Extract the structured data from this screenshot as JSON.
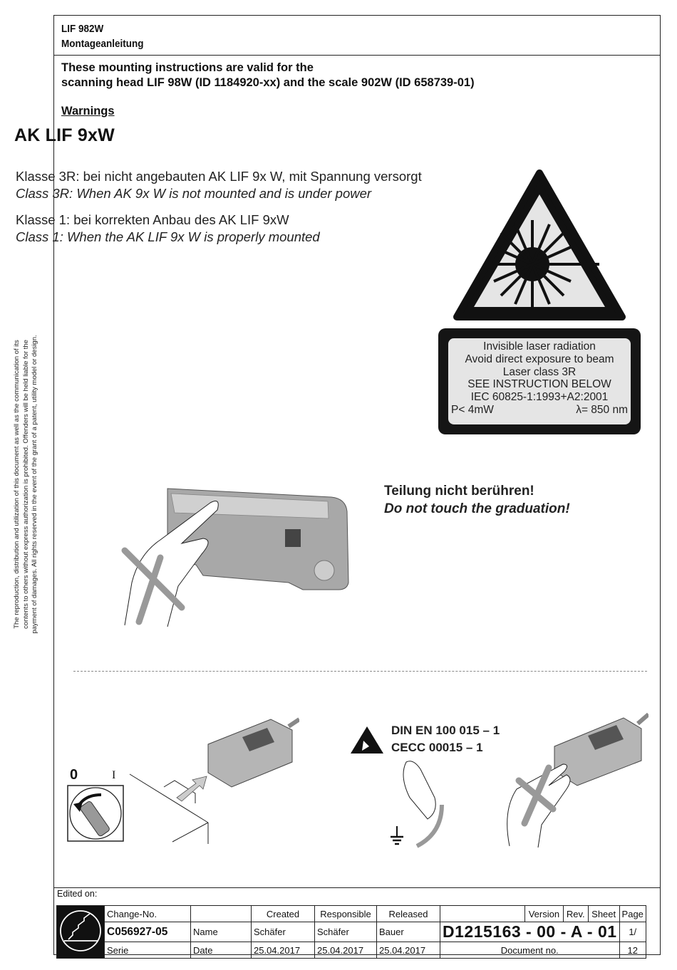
{
  "header": {
    "product": "LIF 982W",
    "doc_type": "Montageanleitung"
  },
  "intro": {
    "line1": "These mounting instructions are valid for the",
    "line2": "scanning head LIF 98W (ID 1184920-xx) and the scale 902W (ID 658739-01)"
  },
  "warnings_heading": "Warnings",
  "laser_section": {
    "title": "AK LIF 9xW",
    "class3r_de": "Klasse 3R: bei nicht angebauten AK LIF 9x W, mit Spannung versorgt",
    "class3r_en": "Class 3R: When AK 9x W is not mounted and is under power",
    "class1_de": "Klasse 1: bei korrekten Anbau des AK LIF 9xW",
    "class1_en": "Class 1: When the AK LIF 9x W is properly mounted",
    "label": {
      "line1": "Invisible laser radiation",
      "line2": "Avoid direct exposure to beam",
      "line3": "Laser class 3R",
      "line4": "SEE INSTRUCTION BELOW",
      "line5": "IEC 60825-1:1993+A2:2001",
      "power": "P< 4mW",
      "wavelength": "λ= 850 nm"
    }
  },
  "touch_warning": {
    "de": "Teilung nicht berühren!",
    "en": "Do not touch the graduation!"
  },
  "esd": {
    "standard1": "DIN EN 100 015 – 1",
    "standard2": "CECC 00015 – 1"
  },
  "power_switch": {
    "off": "0",
    "on": "I"
  },
  "side_note": "The reproduction, distribution and utilization of this document as well as the communication of its contents to others without express authorization is prohibited. Offenders will be held liable for the payment of damages. All rights reserved in the event of the grant of a patent, utility model or design.",
  "title_block": {
    "edited_on": "Edited on:",
    "change_no_label": "Change-No.",
    "change_no": "C056927-05",
    "serie": "Serie",
    "col_created": "Created",
    "col_responsible": "Responsible",
    "col_released": "Released",
    "row_name": "Name",
    "row_date": "Date",
    "created_name": "Schäfer",
    "responsible_name": "Schäfer",
    "released_name": "Bauer",
    "created_date": "25.04.2017",
    "responsible_date": "25.04.2017",
    "released_date": "25.04.2017",
    "version_label": "Version",
    "rev_label": "Rev.",
    "sheet_label": "Sheet",
    "page_label": "Page",
    "document_number": "D1215163  -  00  -  A  - 01",
    "document_no_label": "Document no.",
    "page_current": "1/",
    "page_total": "12"
  },
  "colors": {
    "line": "#222222",
    "label_bg": "#151515",
    "label_inner": "#e5e5e5",
    "cross_gray": "#9a9a9a"
  }
}
